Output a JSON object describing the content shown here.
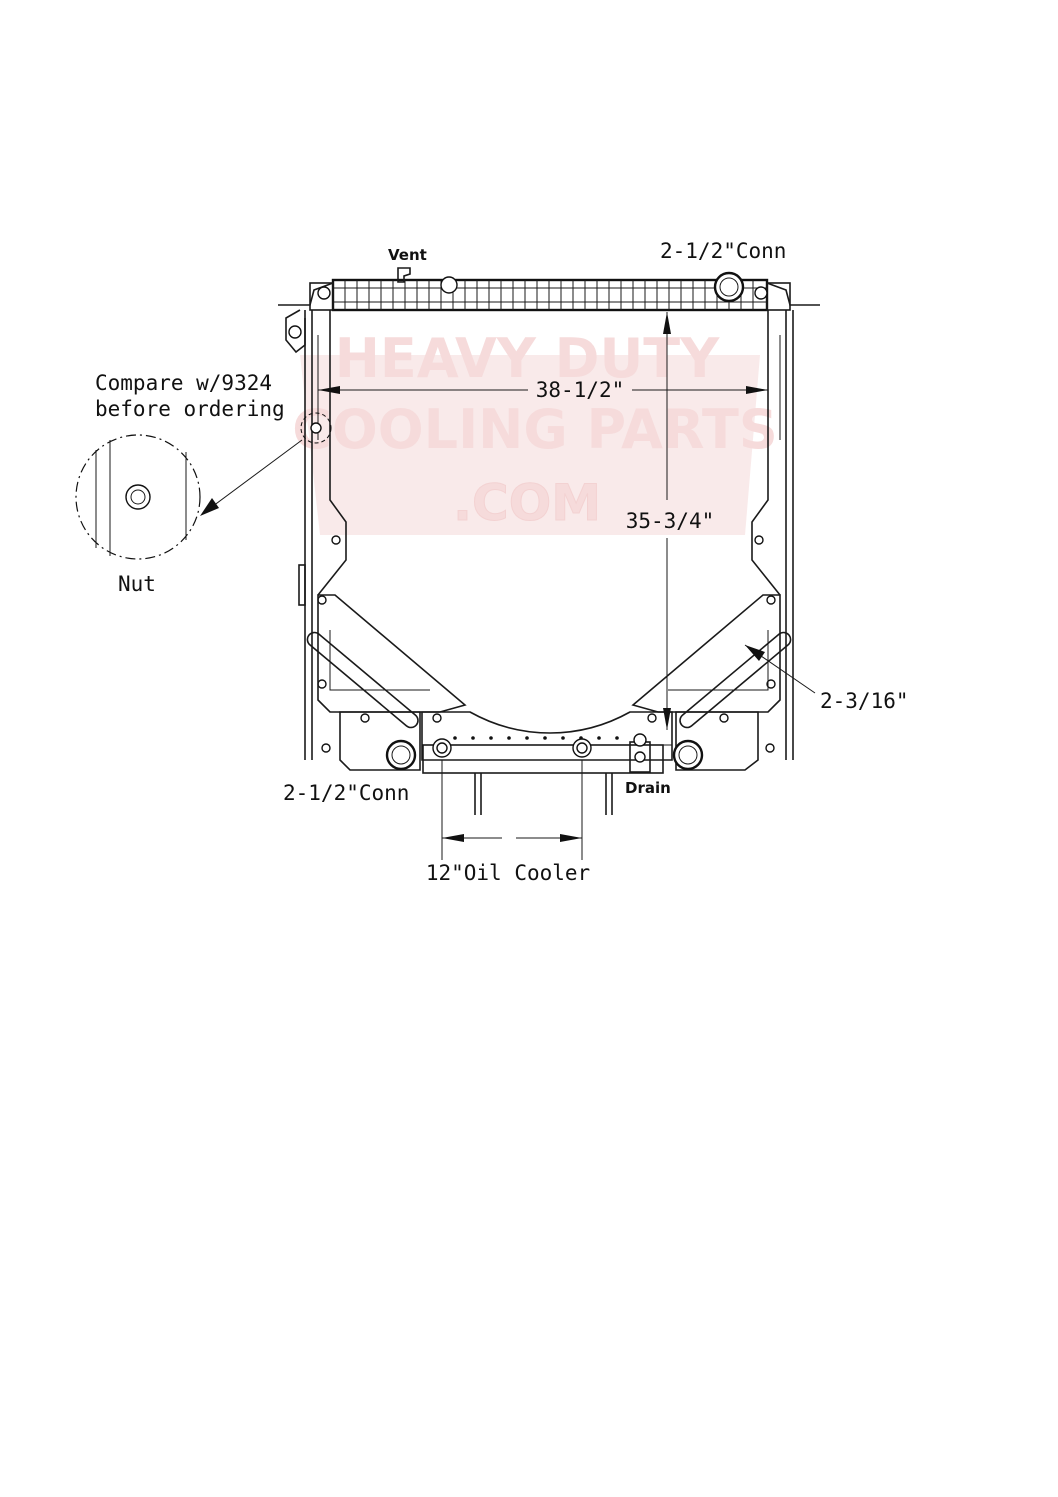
{
  "labels": {
    "vent": "Vent",
    "top_conn": "2-1/2\"Conn",
    "compare_line1": "Compare w/9324",
    "compare_line2": "before ordering",
    "width_dim": "38-1/2\"",
    "height_dim": "35-3/4\"",
    "nut": "Nut",
    "core_dim": "2-3/16\"",
    "bottom_conn": "2-1/2\"Conn",
    "drain": "Drain",
    "oil_cooler": "12\"Oil Cooler"
  },
  "watermark": {
    "line1": "HEAVY DUTY",
    "line2": "COOLING PARTS",
    "line3": ".COM",
    "color": "#e9a3a3"
  }
}
